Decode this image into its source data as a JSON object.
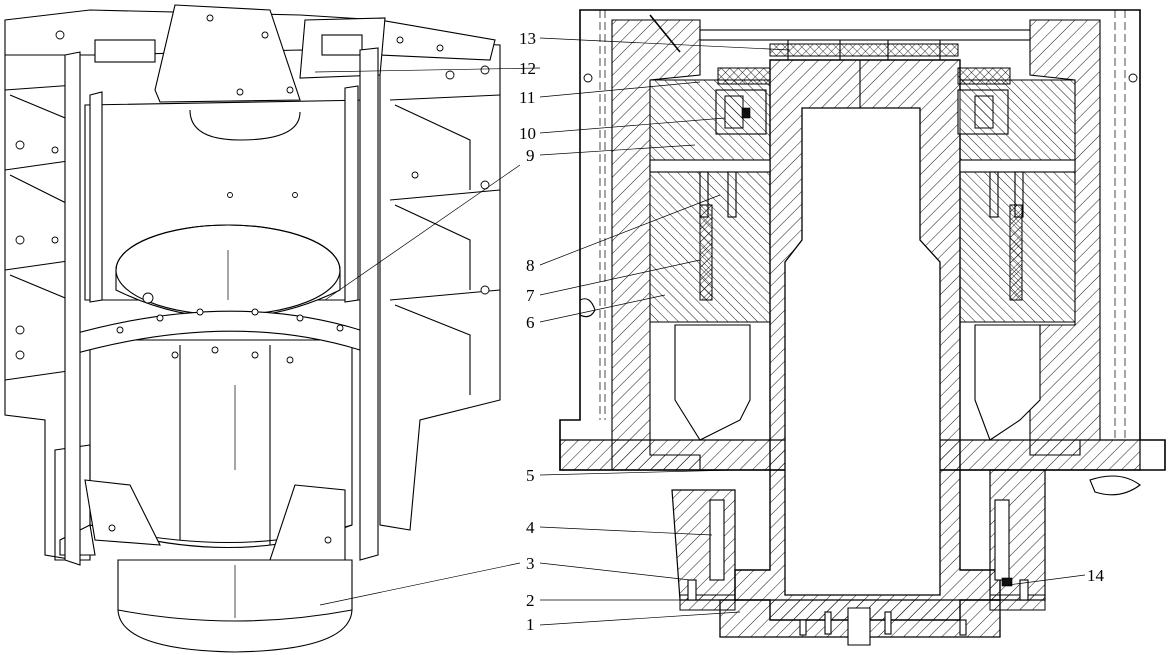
{
  "figure": {
    "left_view": "isometric-frame-assembly",
    "right_view": "sectional-view"
  },
  "callouts": [
    {
      "id": "c1",
      "label": "1"
    },
    {
      "id": "c2",
      "label": "2"
    },
    {
      "id": "c3",
      "label": "3"
    },
    {
      "id": "c4",
      "label": "4"
    },
    {
      "id": "c5",
      "label": "5"
    },
    {
      "id": "c6",
      "label": "6"
    },
    {
      "id": "c7",
      "label": "7"
    },
    {
      "id": "c8",
      "label": "8"
    },
    {
      "id": "c9",
      "label": "9"
    },
    {
      "id": "c10",
      "label": "10"
    },
    {
      "id": "c11",
      "label": "11"
    },
    {
      "id": "c12",
      "label": "12"
    },
    {
      "id": "c13",
      "label": "13"
    },
    {
      "id": "c14",
      "label": "14"
    }
  ],
  "colors": {
    "line": "#000000",
    "background": "#ffffff"
  }
}
